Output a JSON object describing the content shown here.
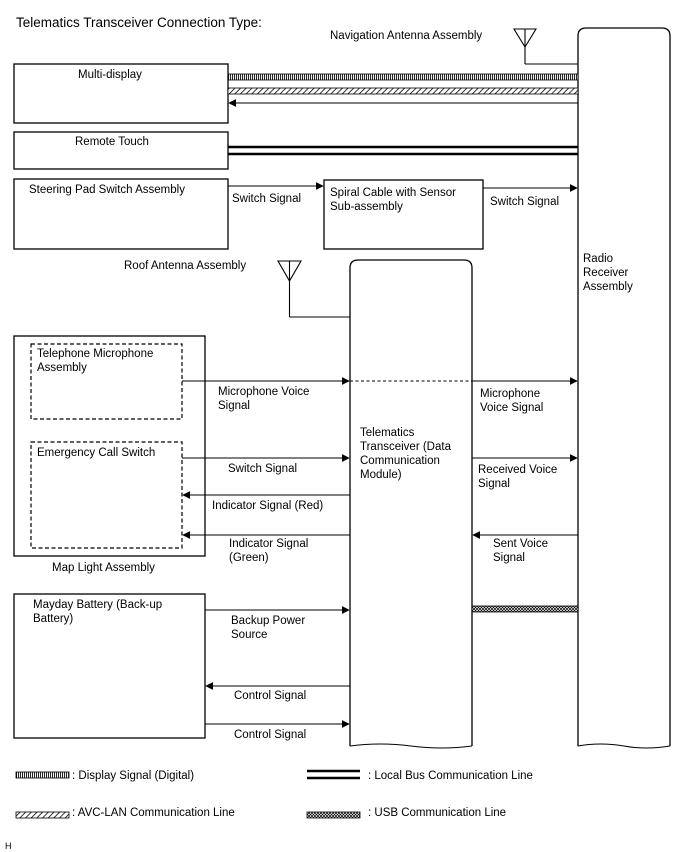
{
  "title": "Telematics Transceiver Connection Type:",
  "components": {
    "navigation_antenna": "Navigation Antenna Assembly",
    "multi_display": "Multi-display",
    "remote_touch": "Remote Touch",
    "steering_pad": "Steering Pad Switch Assembly",
    "spiral_cable": [
      "Spiral Cable with Sensor",
      "Sub-assembly"
    ],
    "radio_receiver": [
      "Radio",
      "Receiver",
      "Assembly"
    ],
    "roof_antenna": "Roof Antenna Assembly",
    "telephone_microphone": [
      "Telephone Microphone",
      "Assembly"
    ],
    "emergency_call_switch": "Emergency Call Switch",
    "map_light": "Map Light Assembly",
    "telematics_transceiver": [
      "Telematics",
      "Transceiver (Data",
      "Communication",
      "Module)"
    ],
    "mayday_battery": [
      "Mayday Battery (Back-up",
      "Battery)"
    ]
  },
  "signals": {
    "steering_switch_signal": "Switch Signal",
    "spiral_switch_signal": "Switch Signal",
    "mic_voice_left": [
      "Microphone Voice",
      "Signal"
    ],
    "mic_voice_right": [
      "Microphone",
      "Voice Signal"
    ],
    "emergency_switch_signal": "Switch Signal",
    "received_voice": [
      "Received Voice",
      "Signal"
    ],
    "indicator_red": "Indicator Signal (Red)",
    "indicator_green": [
      "Indicator Signal",
      "(Green)"
    ],
    "sent_voice": [
      "Sent Voice",
      "Signal"
    ],
    "backup_power": [
      "Backup Power",
      "Source"
    ],
    "control_signal_1": "Control Signal",
    "control_signal_2": "Control Signal"
  },
  "legend": {
    "display_signal": ": Display Signal (Digital)",
    "local_bus": ": Local Bus Communication Line",
    "avc_lan": ": AVC-LAN Communication Line",
    "usb": ": USB Communication Line"
  },
  "corner_mark": "H"
}
